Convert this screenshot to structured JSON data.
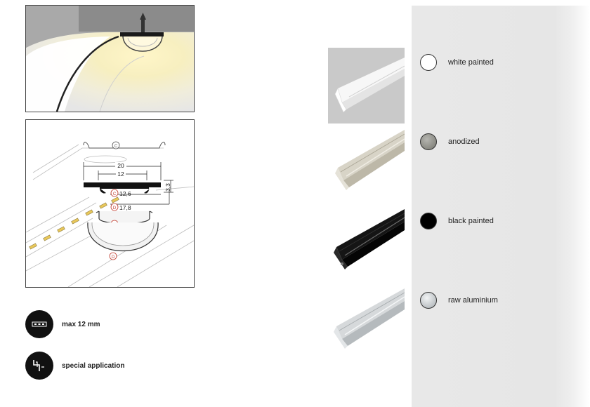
{
  "diagram": {
    "dimensions": {
      "width_outer": "20",
      "width_inner": "12",
      "height": "3,3",
      "cover_c_width": "12,6",
      "cover_d_width": "17,8"
    },
    "markers": {
      "cover_top": "C",
      "cover_c": "C",
      "cover_d": "D",
      "cover_c_bottom": "C",
      "cover_d_bottom": "D"
    }
  },
  "features": [
    {
      "label": "max 12 mm",
      "icon": "led-strip-icon"
    },
    {
      "label": "special application",
      "icon": "corner-profile-icon"
    }
  ],
  "finishes": [
    {
      "label": "white painted",
      "color": "#ffffff"
    },
    {
      "label": "anodized",
      "color": "#8a8a86"
    },
    {
      "label": "black painted",
      "color": "#000000"
    },
    {
      "label": "raw aluminium",
      "color": "#b9c0c4"
    }
  ]
}
